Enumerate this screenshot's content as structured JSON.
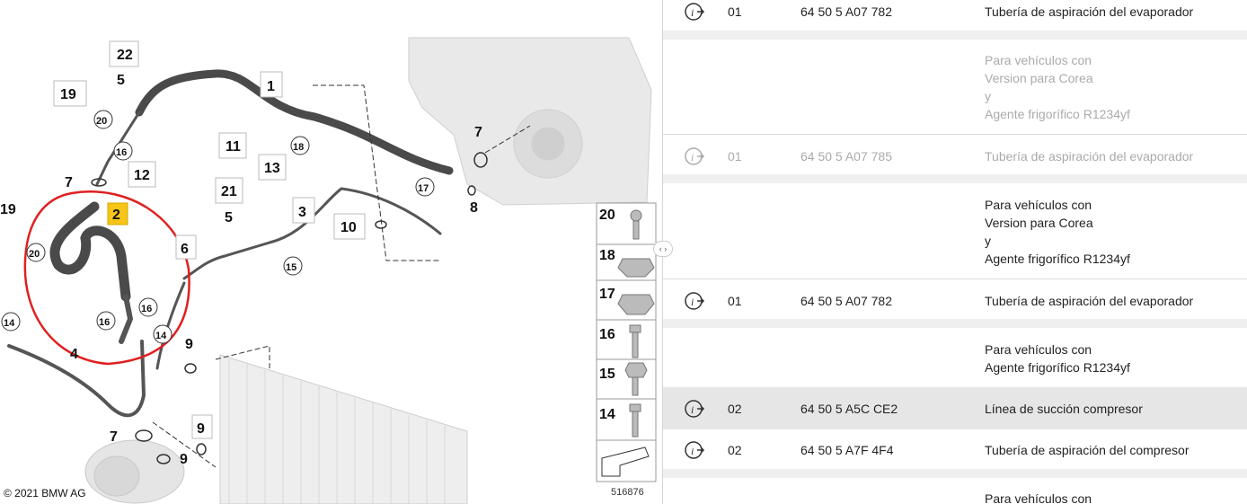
{
  "diagram": {
    "copyright": "© 2021 BMW AG",
    "diagram_id": "516876",
    "callouts": [
      "22",
      "5",
      "19",
      "20",
      "1",
      "16",
      "11",
      "12",
      "18",
      "13",
      "7",
      "7",
      "17",
      "21",
      "5",
      "3",
      "8",
      "10",
      "19",
      "2",
      "20",
      "6",
      "15",
      "16",
      "16",
      "14",
      "14",
      "4",
      "9",
      "7",
      "9",
      "9"
    ],
    "legend": [
      "20",
      "18",
      "17",
      "16",
      "15",
      "14"
    ],
    "highlight_color": "#e02020",
    "selected_badge_color": "#f5c518"
  },
  "table": {
    "rows": [
      {
        "type": "main",
        "icon": "info-arrow-icon",
        "qty": "01",
        "part": "64 50 5 A07 782",
        "desc": "Tubería de aspiración del evaporador",
        "muted": false
      },
      {
        "type": "note",
        "lines": [
          "Para vehículos con",
          "Version para Corea",
          "y",
          "Agente frigorífico R1234yf"
        ],
        "muted": true
      },
      {
        "type": "main",
        "icon": "info-arrow-icon",
        "qty": "01",
        "part": "64 50 5 A07 785",
        "desc": "Tubería de aspiración del evaporador",
        "muted": true
      },
      {
        "type": "note",
        "lines": [
          "Para vehículos con",
          "Version para Corea",
          "y",
          "Agente frigorífico R1234yf"
        ],
        "muted": false
      },
      {
        "type": "main",
        "icon": "info-arrow-icon",
        "qty": "01",
        "part": "64 50 5 A07 782",
        "desc": "Tubería de aspiración del evaporador",
        "muted": false
      },
      {
        "type": "note",
        "lines": [
          "Para vehículos con",
          "Agente frigorífico R1234yf"
        ],
        "muted": false
      },
      {
        "type": "main",
        "icon": "info-arrow-icon",
        "qty": "02",
        "part": "64 50 5 A5C CE2",
        "desc": "Línea de succión compresor",
        "muted": false,
        "highlight": true
      },
      {
        "type": "main",
        "icon": "info-arrow-icon",
        "qty": "02",
        "part": "64 50 5 A7F 4F4",
        "desc": "Tubería de aspiración del compresor",
        "muted": false
      },
      {
        "type": "note",
        "lines": [
          "Para vehículos con"
        ],
        "muted": false
      }
    ]
  }
}
